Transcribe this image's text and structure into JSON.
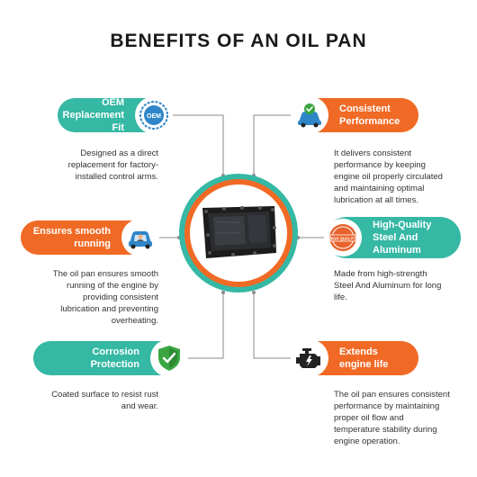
{
  "title": "BENEFITS OF AN OIL PAN",
  "colors": {
    "teal": "#35b8a4",
    "orange": "#f06a25",
    "text": "#333333",
    "line": "#8a8a8a"
  },
  "center_image": {
    "icon": "oil-pan-image"
  },
  "benefits": {
    "oem": {
      "label_line1": "OEM",
      "label_line2": "Replacement Fit",
      "icon": "oem-seal-icon",
      "icon_text": "OEM",
      "description_lines": [
        "Designed as a direct",
        "replacement for factory-",
        "installed control arms."
      ]
    },
    "smooth": {
      "label_line1": "Ensures smooth",
      "label_line2": "running",
      "icon": "driver-car-icon",
      "description_lines": [
        "The oil pan ensures smooth",
        "running of the engine by",
        "providing consistent",
        "lubrication and preventing",
        "overheating."
      ]
    },
    "corrosion": {
      "label_line1": "Corrosion",
      "label_line2": "Protection",
      "icon": "shield-check-icon",
      "description_lines": [
        "Coated surface to resist rust",
        "and wear."
      ]
    },
    "performance": {
      "label_line1": "Consistent",
      "label_line2": "Performance",
      "icon": "car-checkmark-icon",
      "description_lines": [
        "It delivers consistent",
        "performance by keeping",
        "engine oil properly circulated",
        "and maintaining optimal",
        "lubrication at all times."
      ]
    },
    "quality": {
      "label_line1": "High-Quality",
      "label_line2": "Steel And",
      "label_line3": "Aluminum",
      "icon": "high-quality-stamp-icon",
      "icon_text": "HIGH QUALITY",
      "description_lines": [
        "Made from high-strength",
        "Steel And Aluminum for long",
        "life."
      ]
    },
    "engine": {
      "label_line1": "Extends",
      "label_line2": "engine life",
      "icon": "engine-icon",
      "description_lines": [
        "The oil pan ensures consistent",
        "performance by maintaining",
        "proper oil flow and",
        "temperature stability during",
        "engine operation."
      ]
    }
  }
}
